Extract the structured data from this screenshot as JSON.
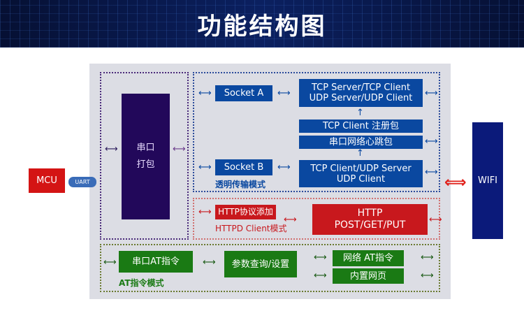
{
  "title": "功能结构图",
  "mcu": "MCU",
  "uart": "UART",
  "wifi": "WIFI",
  "serial_pack": [
    "串口",
    "打包"
  ],
  "transparent": {
    "socket_a": "Socket A",
    "socket_b": "Socket B",
    "mode_label": "透明传输模式",
    "tcp_server": [
      "TCP Server/TCP Client",
      "UDP Server/UDP Client"
    ],
    "register": "TCP Client 注册包",
    "heartbeat": "串口网络心跳包",
    "tcp_client": [
      "TCP Client/UDP Server",
      "UDP Client"
    ]
  },
  "http": {
    "add": "HTTP协议添加",
    "mode_label": "HTTPD Client模式",
    "methods": [
      "HTTP",
      "POST/GET/PUT"
    ]
  },
  "at": {
    "serial_at": "串口AT指令",
    "mode_label": "AT指令模式",
    "param": "参数查询/设置",
    "net_at": "网络 AT指令",
    "webpage": "内置网页"
  },
  "colors": {
    "blue": "#0a48a0",
    "red": "#c8181d",
    "green": "#1a7a14",
    "purple": "#22085a",
    "wifi": "#0b1a7a"
  }
}
